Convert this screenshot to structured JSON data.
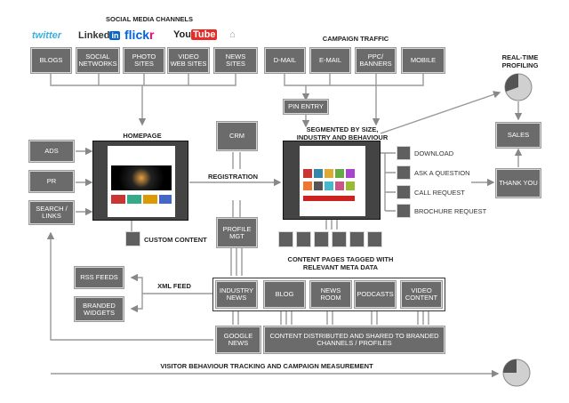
{
  "titles": {
    "social": "SOCIAL MEDIA CHANNELS",
    "campaign": "CAMPAIGN TRAFFIC",
    "homepage": "HOMEPAGE",
    "segmented": "SEGMENTED BY SIZE, INDUSTRY AND BEHAVIOUR",
    "realtime": "REAL-TIME PROFILING",
    "registration": "REGISTRATION",
    "content_pages": "CONTENT PAGES TAGGED WITH RELEVANT META DATA",
    "xml_feed": "XML FEED",
    "tracking": "VISITOR BEHAVIOUR TRACKING AND CAMPAIGN MEASUREMENT",
    "custom_content": "CUSTOM CONTENT"
  },
  "logos": {
    "twitter": "twitter",
    "linkedin": "Linked",
    "linkedin_in": "in",
    "flickr_a": "flick",
    "flickr_b": "r",
    "youtube_a": "You",
    "youtube_b": "Tube"
  },
  "social_boxes": [
    "BLOGS",
    "SOCIAL NETWORKS",
    "PHOTO SITES",
    "VIDEO WEB SITES",
    "NEWS SITES"
  ],
  "campaign_boxes": [
    "D-MAIL",
    "E-MAIL",
    "PPC/ BANNERS",
    "MOBILE"
  ],
  "left_boxes": [
    "ADS",
    "PR",
    "SEARCH / LINKS"
  ],
  "pin_entry": "PIN ENTRY",
  "crm": "CRM",
  "profile_mgt": "PROFILE MGT",
  "actions": [
    "DOWNLOAD",
    "ASK A QUESTION",
    "CALL REQUEST",
    "BROCHURE REQUEST"
  ],
  "sales": "SALES",
  "thank_you": "THANK YOU",
  "rss_feeds": "RSS FEEDS",
  "branded_widgets": "BRANDED WIDGETS",
  "content_row": [
    "INDUSTRY NEWS",
    "BLOG",
    "NEWS ROOM",
    "PODCASTS",
    "VIDEO CONTENT"
  ],
  "google_news": "GOOGLE NEWS",
  "distributed": "CONTENT DISTRIBUTED AND SHARED TO BRANDED CHANNELS / PROFILES",
  "colors": {
    "box": "#6b6b6b",
    "line": "#888888",
    "pie_light": "#d0d0d0",
    "pie_dark": "#555555"
  }
}
